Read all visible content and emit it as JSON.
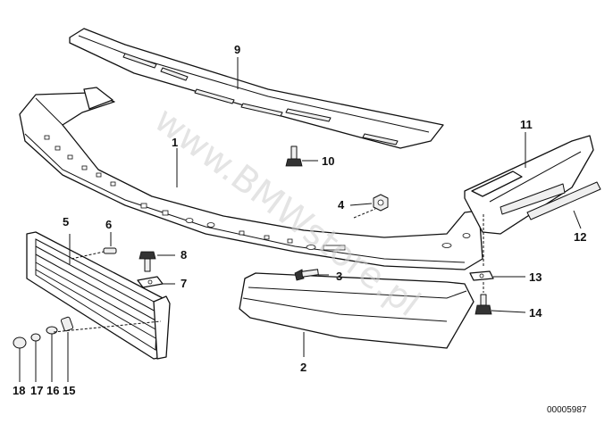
{
  "watermark": "www.BMWstore.pl",
  "drawing_number": "00005987",
  "callouts": {
    "n1": "1",
    "n2": "2",
    "n3": "3",
    "n4": "4",
    "n5": "5",
    "n6": "6",
    "n7": "7",
    "n8": "8",
    "n9": "9",
    "n10": "10",
    "n11": "11",
    "n12": "12",
    "n13": "13",
    "n14": "14",
    "n15": "15",
    "n16": "16",
    "n17": "17",
    "n18": "18"
  }
}
